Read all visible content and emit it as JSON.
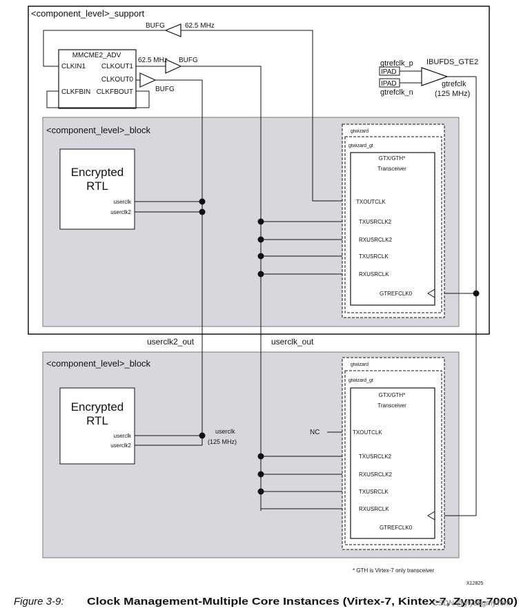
{
  "support": {
    "title": "<component_level>_support"
  },
  "mmcm": {
    "name": "MMCME2_ADV",
    "clkin1": "CLKIN1",
    "clkout1": "CLKOUT1",
    "clkout0": "CLKOUT0",
    "clkfbin": "CLKFBIN",
    "clkfbout": "CLKFBOUT"
  },
  "bufg": "BUFG",
  "freq_625": "62.5 MHz",
  "ibufds": {
    "name": "IBUFDS_GTE2",
    "pin_p": "gtrefclk_p",
    "pin_n": "gtrefclk_n",
    "ipad": "IPAD",
    "out": "gtrefclk",
    "out_freq": "(125 MHz)"
  },
  "block": {
    "title": "<component_level>_block",
    "encrypted_line1": "Encrypted",
    "encrypted_line2": "RTL",
    "userclk": "userclk",
    "userclk2": "userclk2",
    "gtwizard": "gtwizard",
    "gtwizard_gt": "gtwizard_gt",
    "transceiver_line1": "GTX/GTH*",
    "transceiver_line2": "Transceiver",
    "txoutclk": "TXOUTCLK",
    "txusrclk2": "TXUSRCLK2",
    "rxusrclk2": "RXUSRCLK2",
    "txusrclk": "TXUSRCLK",
    "rxusrclk": "RXUSRCLK",
    "gtrefclk0": "GTREFCLK0"
  },
  "net": {
    "userclk2_out": "userclk2_out",
    "userclk_out": "userclk_out",
    "userclk_label": "userclk",
    "userclk_freq": "(125 MHz)",
    "nc": "NC"
  },
  "footnote": "* GTH is Virtex-7 only transceiver",
  "figure_id": "X12825",
  "caption": {
    "prefix": "Figure 3-9:",
    "title": "Clock Management-Multiple Core Instances (Virtex-7, Kintex-7, Zynq-7000)"
  },
  "watermark": "CSDN @yiyangmyTom",
  "colors": {
    "block_fill": "#d7d8dd",
    "line": "#111111"
  }
}
